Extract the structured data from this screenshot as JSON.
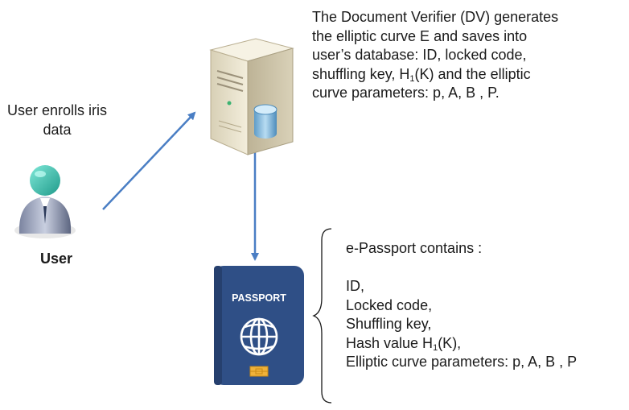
{
  "dv_text": {
    "line1": "The Document Verifier (DV) generates",
    "line2": "the elliptic curve E and saves into",
    "line3": "user’s database: ID, locked code,",
    "line4_pre": "shuffling key, H",
    "line4_sub": "1",
    "line4_post": "(K) and the elliptic",
    "line5": "curve parameters:   p, A, B , P."
  },
  "enroll_text": {
    "line1": "User enrolls iris",
    "line2": "data"
  },
  "user_label": "User",
  "passport": {
    "cover_label": "PASSPORT",
    "heading": "e-Passport contains :",
    "item_id": "ID,",
    "item_locked": "Locked code,",
    "item_shuffling": "Shuffling key,",
    "item_hash_pre": "Hash value H",
    "item_hash_sub": "1",
    "item_hash_post": "(K),",
    "item_curve": "Elliptic curve parameters:   p, A, B , P"
  },
  "colors": {
    "arrow": "#4a7ec4",
    "passport_cover": "#2f4f86",
    "server_body": "#e9e2cc",
    "server_cylinder": "#8fc0e3",
    "user_head": "#40c2b0"
  },
  "icons": [
    "user-icon",
    "server-icon",
    "passport-icon",
    "globe-icon",
    "chip-icon"
  ]
}
